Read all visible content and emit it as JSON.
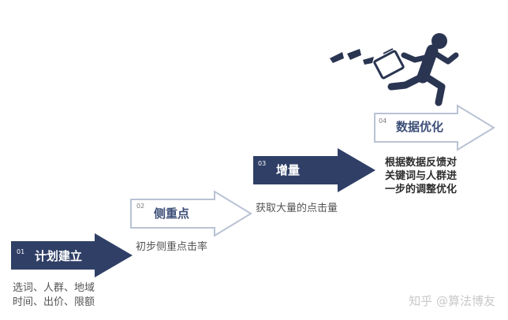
{
  "steps": [
    {
      "num": "01",
      "title": "计划建立",
      "desc_lines": [
        "选词、人群、地域",
        "时间、出价、限额"
      ]
    },
    {
      "num": "02",
      "title": "侧重点",
      "desc_lines": [
        "初步侧重点击率"
      ]
    },
    {
      "num": "03",
      "title": "增量",
      "desc_lines": [
        "获取大量的点击量"
      ]
    },
    {
      "num": "04",
      "title": "数据优化",
      "desc_lines": [
        "根据数据反馈对",
        "关键词与人群进",
        "一步的调整优化"
      ]
    }
  ],
  "watermark": "知乎 @算法博友",
  "colors": {
    "filled": "#2f3f66",
    "outline": "#b9c2d4",
    "figure": "#2a3552"
  },
  "icons": [
    "running-businessman-icon"
  ]
}
